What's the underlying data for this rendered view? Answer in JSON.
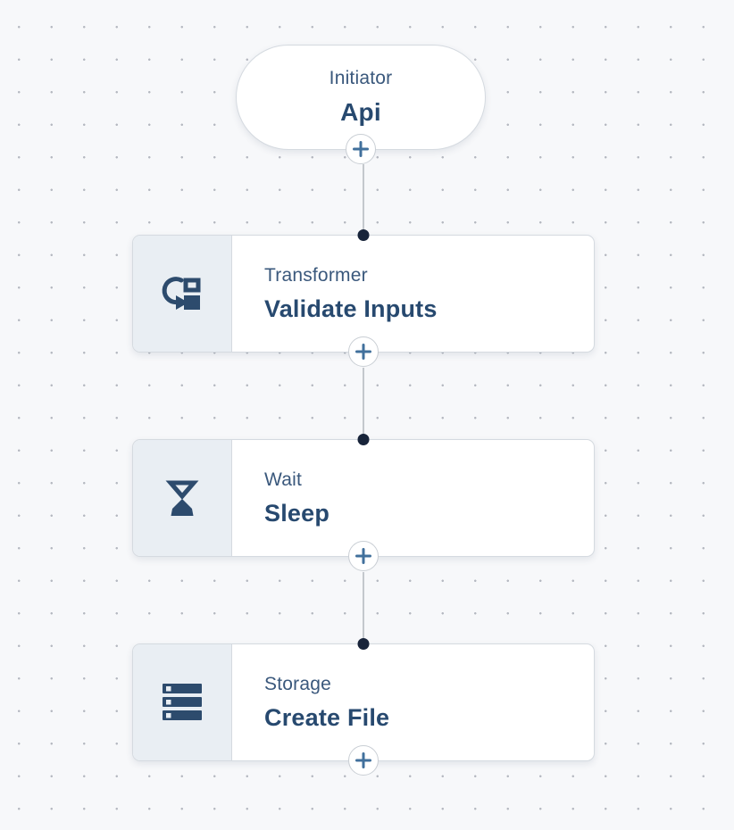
{
  "canvas": {
    "description": "workflow builder canvas with dotted grid background"
  },
  "colors": {
    "canvas_bg": "#f7f8fa",
    "dot_color": "#b5b8c0",
    "node_bg": "#ffffff",
    "node_border": "#d5dae0",
    "icon_panel_bg": "#e9eef3",
    "label_color": "#3a587c",
    "title_color": "#27496f",
    "icon_color": "#2d4b6d",
    "plus_color": "#41709c",
    "plus_border": "#c9ced4",
    "connector_line": "#c4c8cd",
    "connector_dot": "#18243a"
  },
  "workflow": {
    "initiator": {
      "type_label": "Initiator",
      "name": "Api"
    },
    "steps": [
      {
        "type_label": "Transformer",
        "name": "Validate Inputs",
        "icon": "transform-icon"
      },
      {
        "type_label": "Wait",
        "name": "Sleep",
        "icon": "hourglass-icon"
      },
      {
        "type_label": "Storage",
        "name": "Create File",
        "icon": "storage-stack-icon"
      }
    ],
    "add_button": {
      "glyph": "+"
    }
  }
}
